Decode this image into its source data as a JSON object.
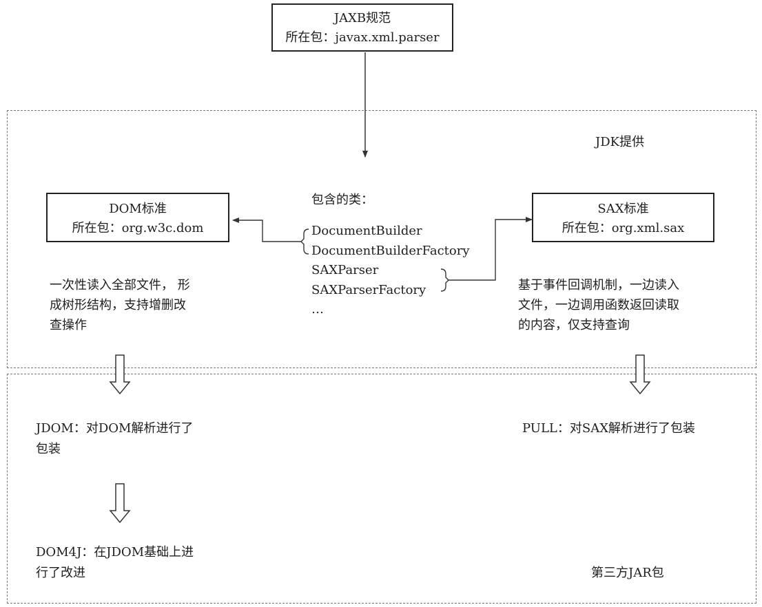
{
  "jaxb": {
    "title": "JAXB规范",
    "package": "所在包：javax.xml.parser"
  },
  "jdk_region": {
    "label": "JDK提供"
  },
  "classes": {
    "heading": "包含的类：",
    "items": [
      "DocumentBuilder",
      "DocumentBuilderFactory",
      "SAXParser",
      "SAXParserFactory",
      "…"
    ]
  },
  "dom": {
    "title": "DOM标准",
    "package": "所在包：org.w3c.dom",
    "desc_lines": [
      "一次性读入全部文件，  形",
      "成树形结构，支持增删改",
      "查操作"
    ]
  },
  "sax": {
    "title": "SAX标准",
    "package": "所在包：org.xml.sax",
    "desc_lines": [
      "基于事件回调机制，一边读入",
      "文件，一边调用函数返回读取",
      "的内容，仅支持查询"
    ]
  },
  "third_party_region": {
    "label": "第三方JAR包"
  },
  "jdom": {
    "lines": [
      "JDOM：对DOM解析进行了",
      "包装"
    ]
  },
  "dom4j": {
    "lines": [
      "DOM4J：在JDOM基础上进",
      "行了改进"
    ]
  },
  "pull": {
    "text": "PULL：对SAX解析进行了包装"
  }
}
